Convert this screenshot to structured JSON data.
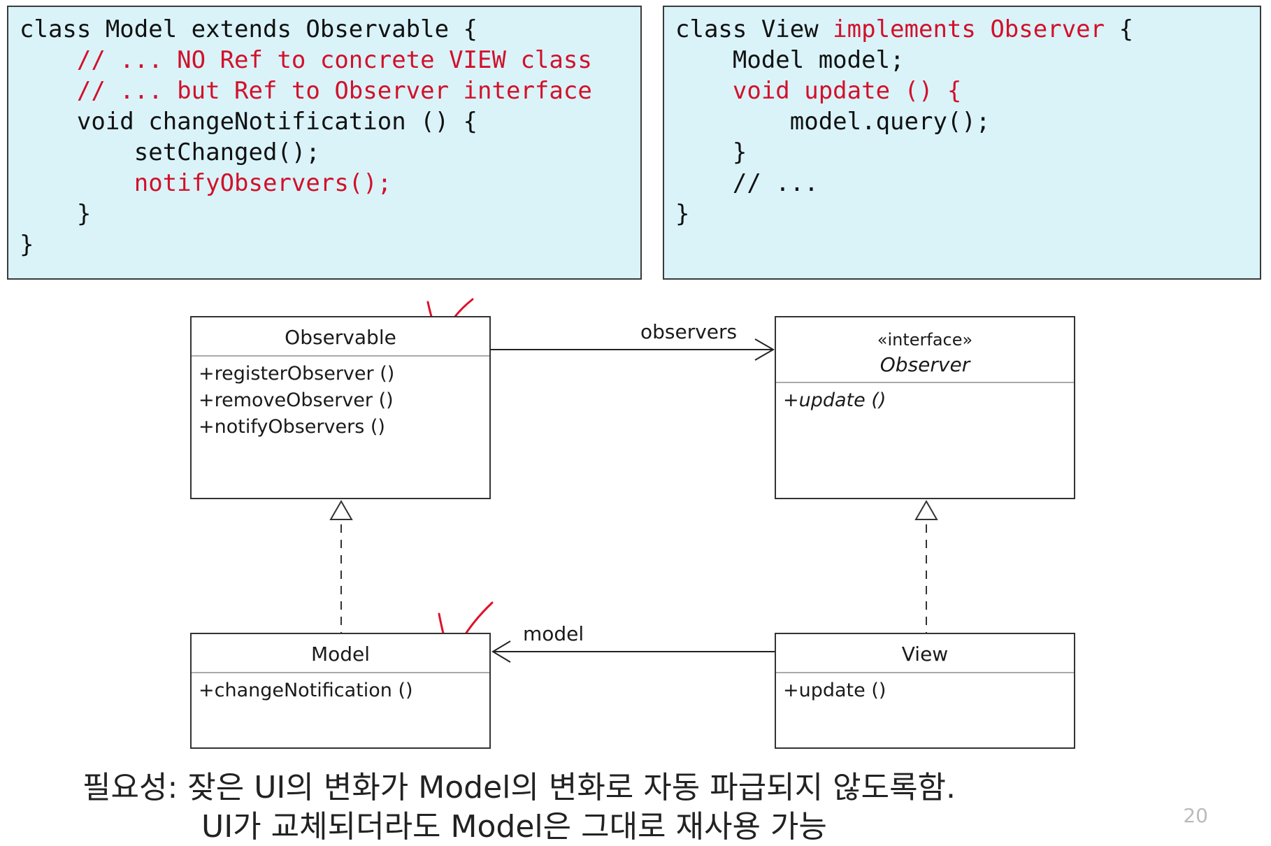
{
  "code_left": {
    "lines": [
      {
        "text": "class Model extends Observable {",
        "red": false
      },
      {
        "text": "    // ... NO Ref to concrete VIEW class",
        "red": true
      },
      {
        "text": "    // ... but Ref to Observer interface",
        "red": true
      },
      {
        "text": "    void changeNotification () {",
        "red": false
      },
      {
        "text": "        setChanged();",
        "red": false
      },
      {
        "text": "        notifyObservers();",
        "red": true
      },
      {
        "text": "    }",
        "red": false
      },
      {
        "text": "}",
        "red": false
      }
    ]
  },
  "code_right": {
    "line0_prefix": "class View ",
    "line0_red": "implements Observer",
    "line0_suffix": " {",
    "line1": "    Model model;",
    "line2": "    void update () {",
    "line3": "        model.query();",
    "line4": "    }",
    "line5": "    // ...",
    "line6": "}"
  },
  "diagram": {
    "observable": {
      "name": "Observable",
      "ops": [
        "+registerObserver ()",
        "+removeObserver ()",
        "+notifyObservers ()"
      ]
    },
    "observer": {
      "stereotype": "«interface»",
      "name": "Observer",
      "ops": [
        "+update ()"
      ]
    },
    "model": {
      "name": "Model",
      "ops": [
        "+changeNotification ()"
      ]
    },
    "view": {
      "name": "View",
      "ops": [
        "+update ()"
      ]
    },
    "assoc_observers": "observers",
    "assoc_model": "model"
  },
  "footer": {
    "line1": "필요성: 잦은 UI의 변화가 Model의 변화로 자동 파급되지 않도록함.",
    "line2": "UI가 교체되더라도 Model은 그대로 재사용 가능"
  },
  "page_number": "20",
  "colors": {
    "code_background": "#d9f3f9",
    "highlight_red": "#d3102a",
    "checkmark_red": "#e0102a"
  }
}
